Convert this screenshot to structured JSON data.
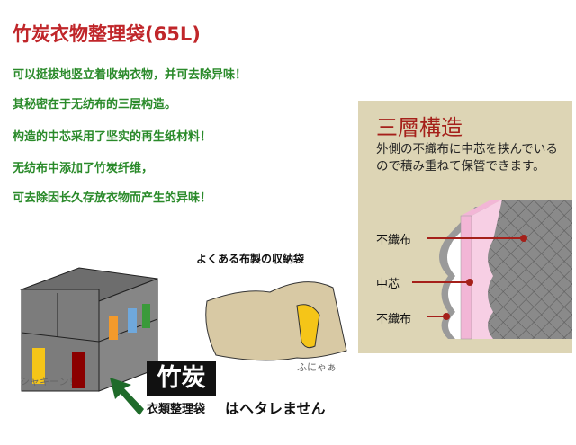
{
  "title": "竹炭衣物整理袋(65L)",
  "lines": [
    "可以挺拔地竖立着收纳衣物，并可去除异味！",
    "其秘密在于无纺布的三层构造。",
    "构造的中芯采用了坚实的再生纸材料！",
    "无纺布中添加了竹炭纤维，",
    "可去除因长久存放衣物而产生的异味！"
  ],
  "panel": {
    "title": "三層構造",
    "body": "外側の不織布に中芯を挟んでいるので積み重ねて保管できます。",
    "labels": [
      "不織布",
      "中芯",
      "不織布"
    ]
  },
  "illustration": {
    "bag_caption": "よくある布製の収納袋",
    "bag_sound": "ふにゃぁ",
    "box_sound": "シャキーン！",
    "badge": "竹炭",
    "badge_sub": "衣類整理袋",
    "tagline": "はヘタレません"
  },
  "colors": {
    "title": "#c0262a",
    "green": "#2a8a2a",
    "panel": "#ddd5b5",
    "panel_title": "#a5201a"
  }
}
